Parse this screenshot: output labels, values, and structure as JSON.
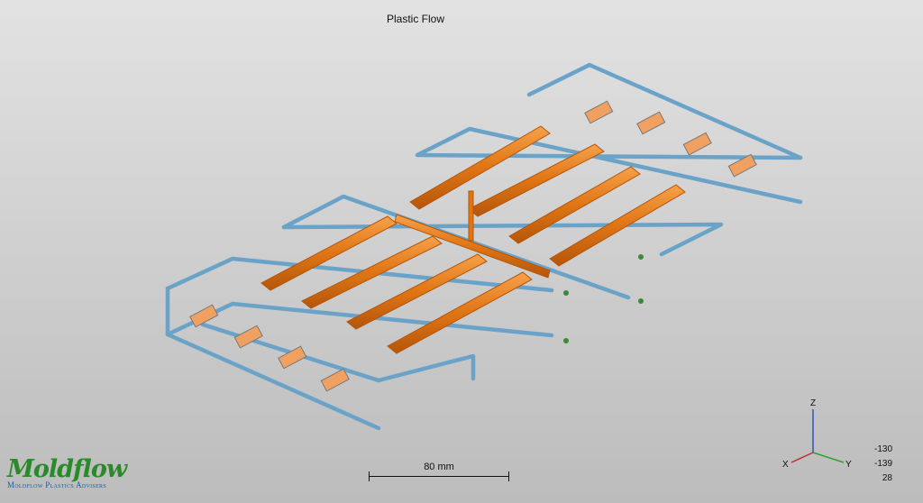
{
  "window": {
    "title": "Plastic Flow"
  },
  "scale": {
    "label": "80 mm"
  },
  "triad": {
    "z": "Z",
    "x": "X",
    "y": "Y"
  },
  "view_coords": [
    "-130",
    "-139",
    "28"
  ],
  "logo": {
    "wordmark": "Moldflow",
    "tagline": "Moldflow Plastics Advisers"
  },
  "colors": {
    "runner": "#e57b14",
    "cooling_line": "#6aa2c8",
    "background": "#cfcfcf",
    "logo_green": "#2a8a2a"
  }
}
